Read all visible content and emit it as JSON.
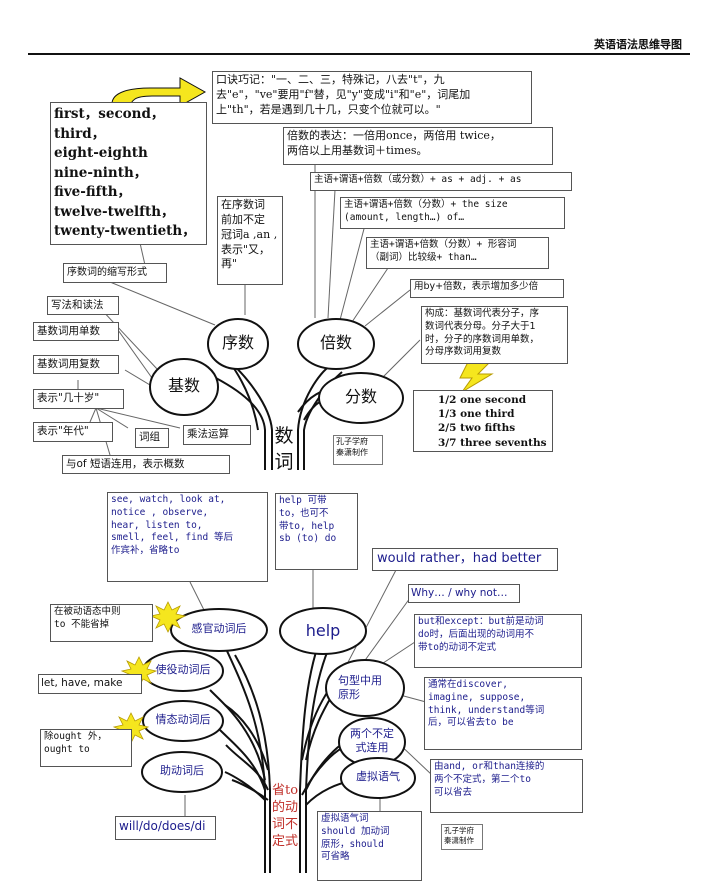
{
  "header": {
    "title": "英语语法思维导图"
  },
  "top_map": {
    "trunk_label": "数\n词",
    "nodes": {
      "ordinal": "序数",
      "cardinal": "基数",
      "multiple": "倍数",
      "fraction": "分数"
    },
    "boxes": {
      "ordinal_examples": "first，second，\nthird，\neight-eighth\nnine-ninth，\nfive-fifth，\ntwelve-twelfth，\ntwenty-twentieth，",
      "mnemonic": "口诀巧记：\"一、二、三，特殊记，八去\"t\"，九\n去\"e\"，\"ve\"要用\"f\"替，见\"y\"变成\"i\"和\"e\"，词尾加\n上\"th\"，若是遇到几十几，只变个位就可以。\"",
      "ordinal_abbrev": "序数词的缩写形式",
      "ordinal_article": "在序数词\n前加不定\n冠词a ,an ,\n表示\"又，\n再\"",
      "multiple_expr": "倍数的表达：一倍用once，两倍用 twice，\n两倍以上用基数词＋times。",
      "pattern1": "主语+谓语+倍数（或分数）+ as + adj. + as",
      "pattern2": "主语+谓语+倍数（分数）+ the size\n(amount, length…) of…",
      "pattern3": "主语+谓语+倍数（分数）+ 形容词\n（副词）比较级+ than…",
      "pattern4": "用by+倍数，表示增加多少倍",
      "fraction_rule": "构成：基数词代表分子，序\n数词代表分母。分子大于1\n时，分子的序数词用单数，\n分母序数词用复数",
      "fraction_examples": "1/2 one second\n1/3 one third\n  2/5 two fifths\n  3/7 three sevenths",
      "writing_reading": "写法和读法",
      "cardinal_singular": "基数词用单数",
      "cardinal_plural": "基数词用复数",
      "age": "表示\"几十岁\"",
      "decade": "表示\"年代\"",
      "phrase": "词组",
      "multiplication": "乘法运算",
      "with_of": "与of 短语连用，表示概数",
      "credit": "孔子学府\n秦潇制作"
    }
  },
  "bottom_map": {
    "trunk_label": "省to\n的动\n词不\n定式",
    "nodes": {
      "help": "help",
      "sense": "感官动词后",
      "causative": "使役动词后",
      "modal": "情态动词后",
      "auxiliary": "助动词后",
      "pattern": "句型中用\n原形",
      "two_inf": "两个不定\n式连用",
      "subjunctive": "虚拟语气"
    },
    "boxes": {
      "sense_verbs": "see, watch, look at,\nnotice , observe,\nhear, listen to,\nsmell, feel, find 等后\n作宾补，省略to",
      "help_rule": "help 可带\nto，也可不\n带to, help\nsb (to) do",
      "passive": "在被动语态中则\nto 不能省掉",
      "let_have_make": "let, have, make",
      "ought": " 除ought 外，\nought to",
      "aux_list": "will/do/does/di",
      "would_rather": "would rather，had better",
      "why": "Why… / why not…",
      "but_except": "but和except：but前是动词\ndo时，后面出现的动词用不\n带to的动词不定式",
      "discover": "通常在discover,\nimagine, suppose,\nthink, understand等词\n后，可以省去to be",
      "and_or_than": "由and, or和than连接的\n两个不定式，第二个to\n可以省去",
      "subjunctive_rule": "虚拟语气词\nshould 加动词\n原形，should\n可省略",
      "credit": "孔子学府\n秦潇制作"
    }
  },
  "colors": {
    "arrow": "#f5e61e",
    "blue_text": "#1c1c8c",
    "red_text": "#c0302a",
    "border": "#555555"
  }
}
